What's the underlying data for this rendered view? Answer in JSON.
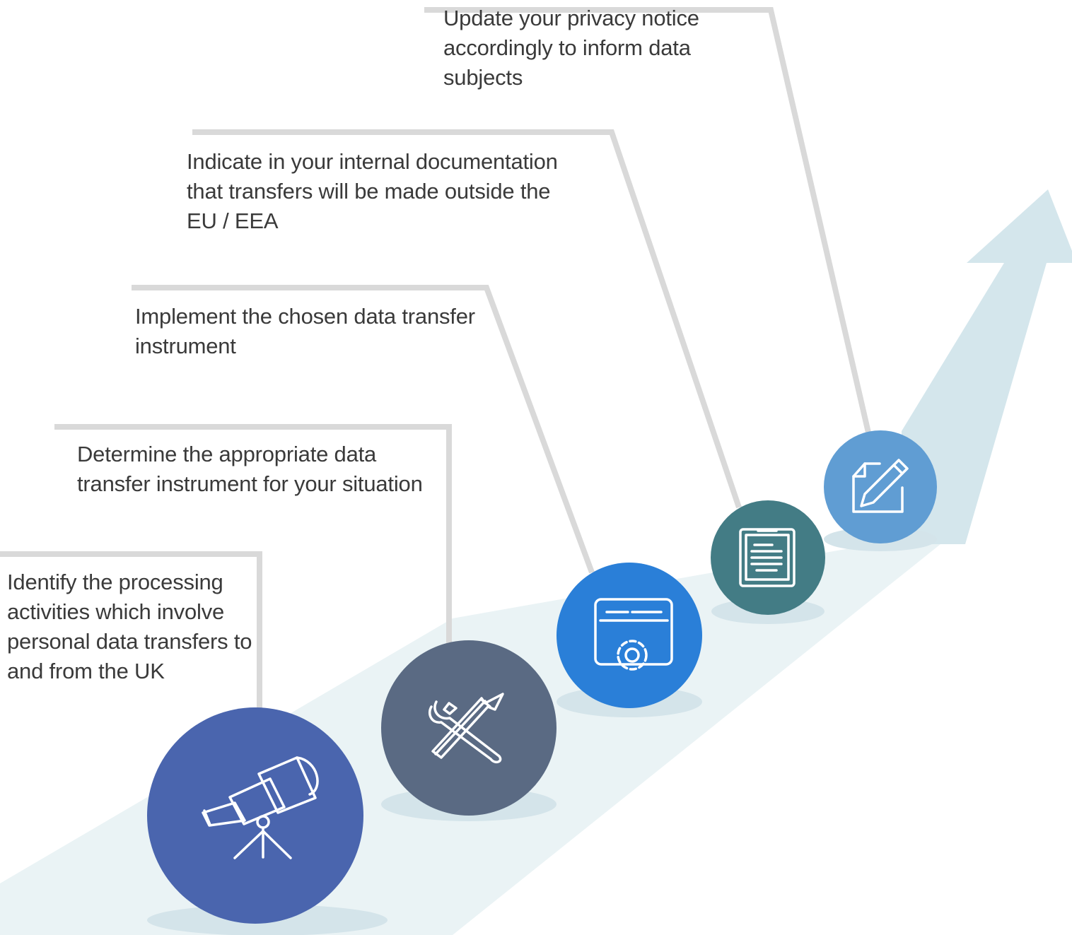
{
  "diagram": {
    "colors": {
      "path": "#eaf3f5",
      "arrow": "#d4e6ec",
      "shadow": "#d4e4ea",
      "connector": "#d9d9d9",
      "text": "#3a3a3a",
      "icon_stroke": "#ffffff"
    },
    "steps": [
      {
        "text": "Identify the processing activities which involve personal data transfers to and from the UK",
        "icon": "telescope-icon",
        "color": "#4a65ae"
      },
      {
        "text": "Determine the appropriate data transfer instrument for your situation",
        "icon": "tools-icon",
        "color": "#5a6a83"
      },
      {
        "text": "Implement the chosen data transfer instrument",
        "icon": "folder-gear-icon",
        "color": "#2a7fd8"
      },
      {
        "text": "Indicate in your internal documentation that transfers will be made outside the EU / EEA",
        "icon": "clipboard-icon",
        "color": "#437c85"
      },
      {
        "text": "Update your privacy notice accordingly to inform data subjects",
        "icon": "edit-note-icon",
        "color": "#609dd3"
      }
    ]
  }
}
